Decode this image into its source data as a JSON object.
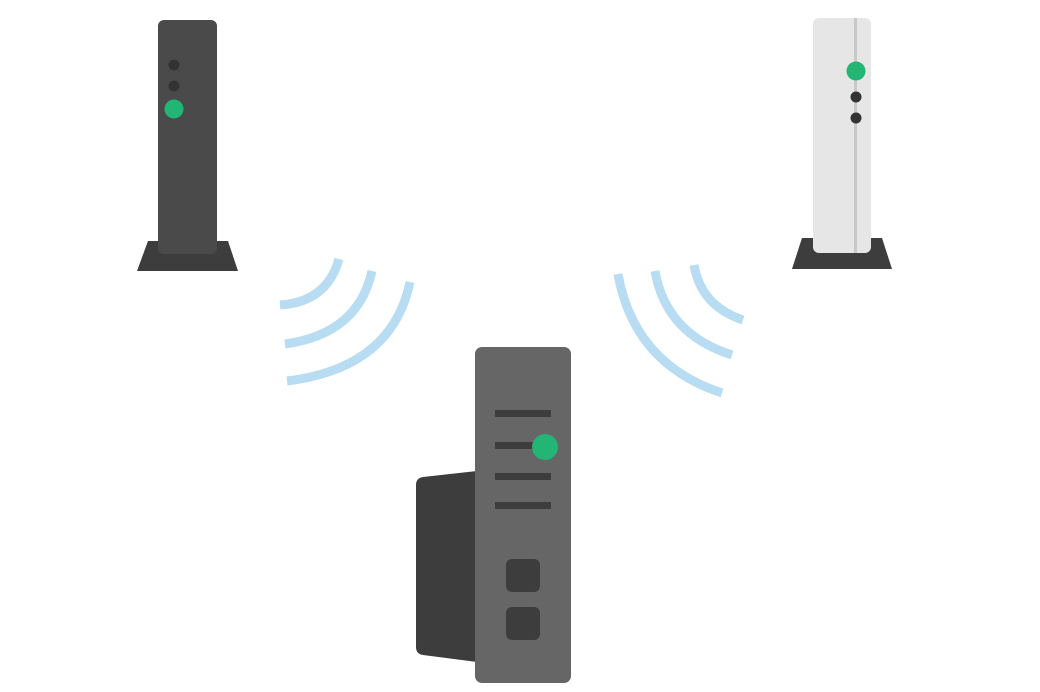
{
  "colors": {
    "background": "#ffffff",
    "device_dark": "#4a4a4a",
    "device_mid": "#666666",
    "device_light": "#e6e6e6",
    "device_light_edge": "#c8c8c8",
    "stand": "#3d3d3d",
    "indicator_off": "#333333",
    "indicator_on": "#22b573",
    "wave": "#b8dcf2",
    "slot": "#3d3d3d"
  },
  "devices": [
    {
      "name": "router-left",
      "style": "dark",
      "icon": "router-icon",
      "status_light": "on"
    },
    {
      "name": "router-right",
      "style": "light",
      "icon": "router-icon",
      "status_light": "on"
    },
    {
      "name": "extender-center",
      "style": "mid",
      "icon": "wifi-extender-icon",
      "status_light": "on"
    }
  ],
  "signals": [
    {
      "name": "signal-waves-left",
      "icon": "wifi-waves-icon",
      "arc_count": 3
    },
    {
      "name": "signal-waves-right",
      "icon": "wifi-waves-icon",
      "arc_count": 3
    }
  ]
}
